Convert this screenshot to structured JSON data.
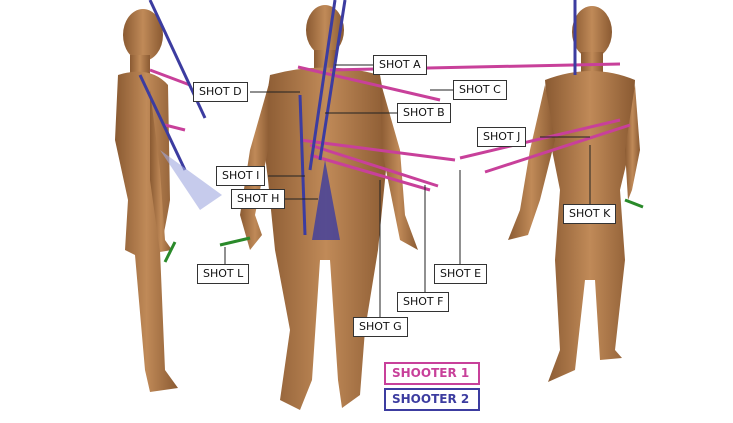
{
  "colors": {
    "shooter1": "#c8409a",
    "shooter2": "#3c3ca0",
    "skin": "#b07a4a",
    "exit": "#2a8a2a"
  },
  "shots": {
    "a": "SHOT A",
    "b": "SHOT B",
    "c": "SHOT C",
    "d": "SHOT D",
    "e": "SHOT E",
    "f": "SHOT F",
    "g": "SHOT G",
    "h": "SHOT H",
    "i": "SHOT I",
    "j": "SHOT J",
    "k": "SHOT K",
    "l": "SHOT L"
  },
  "legend": {
    "shooter1": "SHOOTER 1",
    "shooter2": "SHOOTER 2"
  }
}
